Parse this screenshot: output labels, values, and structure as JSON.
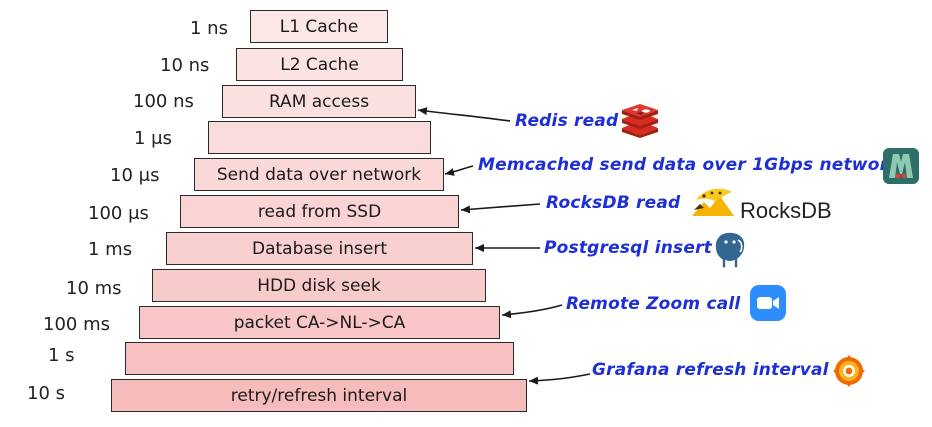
{
  "levels": [
    {
      "time": "1 ns",
      "label": "L1 Cache"
    },
    {
      "time": "10 ns",
      "label": "L2 Cache"
    },
    {
      "time": "100 ns",
      "label": "RAM access"
    },
    {
      "time": "1 μs",
      "label": ""
    },
    {
      "time": "10 μs",
      "label": "Send data over network"
    },
    {
      "time": "100 μs",
      "label": "read from SSD"
    },
    {
      "time": "1 ms",
      "label": "Database insert"
    },
    {
      "time": "10 ms",
      "label": "HDD disk seek"
    },
    {
      "time": "100 ms",
      "label": "packet CA->NL->CA"
    },
    {
      "time": "1 s",
      "label": ""
    },
    {
      "time": "10 s",
      "label": "retry/refresh interval"
    }
  ],
  "annotations": [
    {
      "text": "Redis read",
      "icon": "redis-icon"
    },
    {
      "text": "Memcached send data over 1Gbps network",
      "icon": "memcached-icon"
    },
    {
      "text": "RocksDB read",
      "icon": "rocksdb-icon",
      "brand": "RocksDB"
    },
    {
      "text": "Postgresql insert",
      "icon": "postgresql-icon"
    },
    {
      "text": "Remote Zoom call",
      "icon": "zoom-icon"
    },
    {
      "text": "Grafana refresh interval",
      "icon": "grafana-icon"
    }
  ],
  "colors": {
    "bar_fill_top": "#fbe3e3",
    "bar_fill_bottom": "#f6b8b8",
    "annotation_text": "#1f2fd6",
    "redis": "#d82c20",
    "memcached": "#2e6e6a",
    "zoom": "#2d8cff",
    "grafana": "#f46800"
  }
}
